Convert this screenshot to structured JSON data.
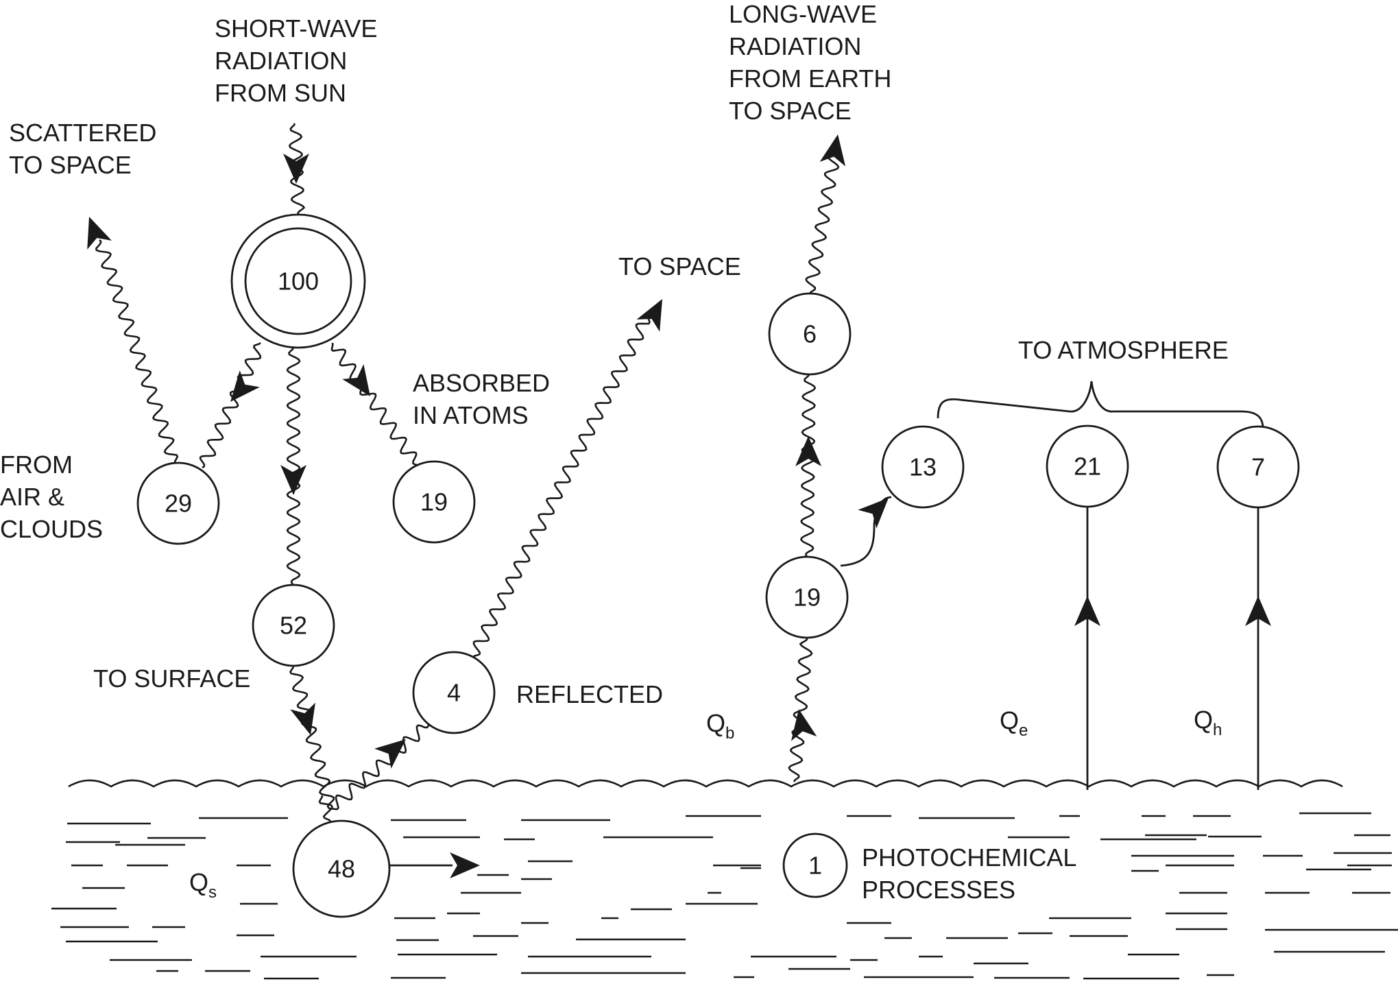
{
  "labels": {
    "shortwave": [
      "SHORT-WAVE",
      "RADIATION",
      "FROM SUN"
    ],
    "scattered": [
      "SCATTERED",
      "TO SPACE"
    ],
    "from_air": [
      "FROM",
      "AIR &",
      "CLOUDS"
    ],
    "absorbed": [
      "ABSORBED",
      "IN ATOMS"
    ],
    "to_space": "TO SPACE",
    "longwave": [
      "LONG-WAVE",
      "RADIATION",
      "FROM EARTH",
      "TO SPACE"
    ],
    "to_atmosphere": "TO ATMOSPHERE",
    "to_surface": "TO SURFACE",
    "reflected": "REFLECTED",
    "photochemical": [
      "PHOTOCHEMICAL",
      "PROCESSES"
    ]
  },
  "symbols": {
    "qb": {
      "main": "Q",
      "sub": "b"
    },
    "qe": {
      "main": "Q",
      "sub": "e"
    },
    "qh": {
      "main": "Q",
      "sub": "h"
    },
    "qs": {
      "main": "Q",
      "sub": "s"
    }
  },
  "nodes": {
    "sun": "100",
    "scattered": "29",
    "absorbed": "19",
    "to_surface": "52",
    "reflected": "4",
    "absorbed_ocean": "48",
    "photochemical": "1",
    "longwave_space": "6",
    "longwave_net": "19",
    "back_to_atmosphere": "13",
    "evaporation": "21",
    "sensible_heat": "7"
  },
  "colors": {
    "ink": "#1a1a1a",
    "background": "#ffffff"
  }
}
